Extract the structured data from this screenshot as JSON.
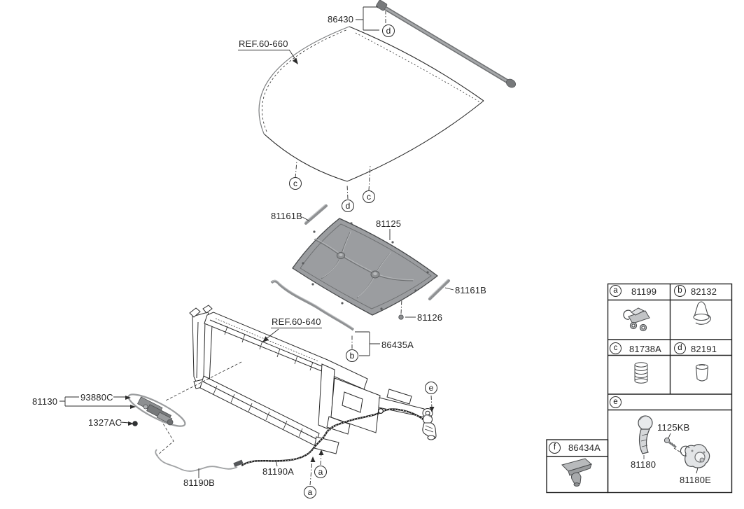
{
  "diagram": {
    "kind": "hood-parts-exploded-diagram",
    "colors": {
      "line": "#2b2b2b",
      "part_gray": "#9b9da0",
      "part_light": "#c6c8ca",
      "cable_dark": "#1e1e1e",
      "wire_gray": "#9a9c9e"
    }
  },
  "labels": {
    "weatherstrip_hood": "86430",
    "ref_hood": "REF.60-660",
    "strip_left": "81161B",
    "insulator_pad": "81125",
    "strip_right": "81161B",
    "clip_pad": "81126",
    "ref_front_end": "REF.60-640",
    "weatherstrip_front": "86435A",
    "latch_assembly": "81130",
    "switch": "93880C",
    "bolt": "1327AC",
    "cable_front": "81190B",
    "cable_rear": "81190A"
  },
  "callouts": {
    "d1": "d",
    "c1": "c",
    "c2": "c",
    "d2": "d",
    "b1": "b",
    "e1": "e",
    "a1": "a",
    "a2": "a"
  },
  "legend": {
    "a": {
      "key": "a",
      "code": "81199",
      "icon": "cable-clip-icon"
    },
    "b": {
      "key": "b",
      "code": "82132",
      "icon": "grommet-icon"
    },
    "c": {
      "key": "c",
      "code": "81738A",
      "icon": "ribbed-bumper-icon"
    },
    "d": {
      "key": "d",
      "code": "82191",
      "icon": "rubber-bumper-icon"
    },
    "e": {
      "key": "e",
      "parts": {
        "handle": "81180",
        "bolt": "1125KB",
        "latch_release": "81180E"
      }
    },
    "f": {
      "key": "f",
      "code": "86434A",
      "icon": "hood-clip-icon"
    }
  }
}
